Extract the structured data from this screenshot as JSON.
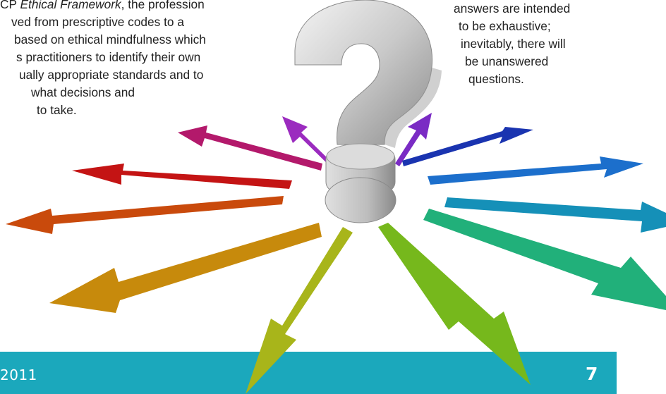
{
  "body_left": {
    "line1_before": "CP ",
    "line1_em": "Ethical Framework",
    "line1_after": ", the profession",
    "line2": "ved from prescriptive codes to a",
    "line3": "based on ethical mindfulness which",
    "line4": "s practitioners to identify their own",
    "line5": "ually appropriate standards and to",
    "line6": "what decisions and",
    "line7": "to take."
  },
  "body_right": {
    "line1": "answers are intended",
    "line2": "to be exhaustive;",
    "line3": "inevitably, there will",
    "line4": "be unanswered",
    "line5": "questions."
  },
  "illustration": {
    "icon": "question-mark-icon",
    "arrow_colors": [
      "#9b2bbf",
      "#b3196b",
      "#c41414",
      "#c94a0c",
      "#c78a0c",
      "#a8b51a",
      "#76b81c",
      "#21b07a",
      "#1590b8",
      "#1c6fcc",
      "#1a34b0",
      "#6a2bc4"
    ]
  },
  "footer": {
    "year": "2011",
    "page_number": "7",
    "band_color": "#1ba8bc"
  }
}
